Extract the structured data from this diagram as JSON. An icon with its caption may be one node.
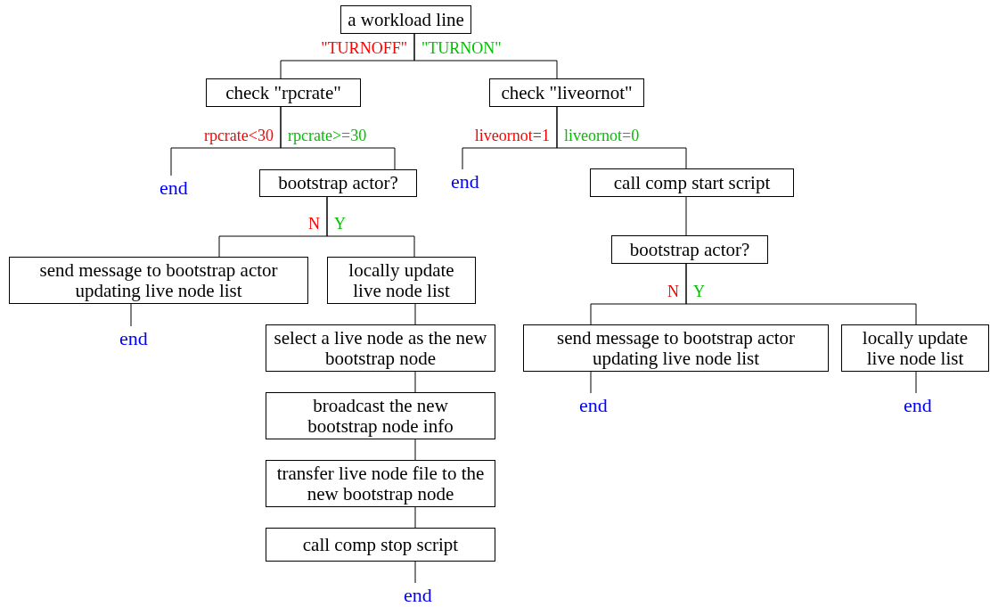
{
  "diagram": {
    "nodes": [
      {
        "text": [
          "a workload line"
        ]
      },
      {
        "text": [
          "check \"rpcrate\""
        ]
      },
      {
        "text": [
          "check \"liveornot\""
        ]
      },
      {
        "text": [
          "end"
        ]
      },
      {
        "text": [
          "bootstrap actor?"
        ]
      },
      {
        "text": [
          "end"
        ]
      },
      {
        "text": [
          "call comp start script"
        ]
      },
      {
        "text": [
          "send message to bootstrap actor updating live node list"
        ]
      },
      {
        "text": [
          "locally update live node list"
        ]
      },
      {
        "text": [
          "end"
        ]
      },
      {
        "text": [
          "select a live node as the new bootstrap node"
        ]
      },
      {
        "text": [
          "broadcast the new bootstrap node info"
        ]
      },
      {
        "text": [
          "transfer live node file to the new bootstrap node"
        ]
      },
      {
        "text": [
          "call comp stop script"
        ]
      },
      {
        "text": [
          "end"
        ]
      },
      {
        "text": [
          "bootstrap actor?"
        ]
      },
      {
        "text": [
          "send message to bootstrap actor updating live node list"
        ]
      },
      {
        "text": [
          "locally update live node list"
        ]
      },
      {
        "text": [
          "end"
        ]
      },
      {
        "text": [
          "end"
        ]
      }
    ],
    "edges": [
      {
        "from": 0,
        "to": 1,
        "arrow": "none",
        "label": "\"TURNOFF\""
      },
      {
        "from": 0,
        "to": 2,
        "arrow": "none",
        "label": "\"TURNON\""
      },
      {
        "from": 1,
        "to": 3,
        "arrow": "none",
        "label": "rpcrate<30"
      },
      {
        "from": 1,
        "to": 4,
        "arrow": "none",
        "label": "rpcrate>=30"
      },
      {
        "from": 2,
        "to": 5,
        "arrow": "none",
        "label": "liveornot=1"
      },
      {
        "from": 2,
        "to": 6,
        "arrow": "none",
        "label": "liveornot=0"
      },
      {
        "from": 4,
        "to": 7,
        "arrow": "none",
        "label": "N"
      },
      {
        "from": 4,
        "to": 8,
        "arrow": "none",
        "label": "Y"
      },
      {
        "from": 7,
        "to": 9,
        "arrow": "none"
      },
      {
        "from": 8,
        "to": 10,
        "arrow": "none"
      },
      {
        "from": 10,
        "to": 11,
        "arrow": "none"
      },
      {
        "from": 11,
        "to": 12,
        "arrow": "none"
      },
      {
        "from": 12,
        "to": 13,
        "arrow": "none"
      },
      {
        "from": 13,
        "to": 14,
        "arrow": "none"
      },
      {
        "from": 6,
        "to": 15,
        "arrow": "none"
      },
      {
        "from": 15,
        "to": 16,
        "arrow": "none",
        "label": "N"
      },
      {
        "from": 15,
        "to": 17,
        "arrow": "none",
        "label": "Y"
      },
      {
        "from": 16,
        "to": 18,
        "arrow": "none"
      },
      {
        "from": 17,
        "to": 19,
        "arrow": "none"
      }
    ]
  }
}
